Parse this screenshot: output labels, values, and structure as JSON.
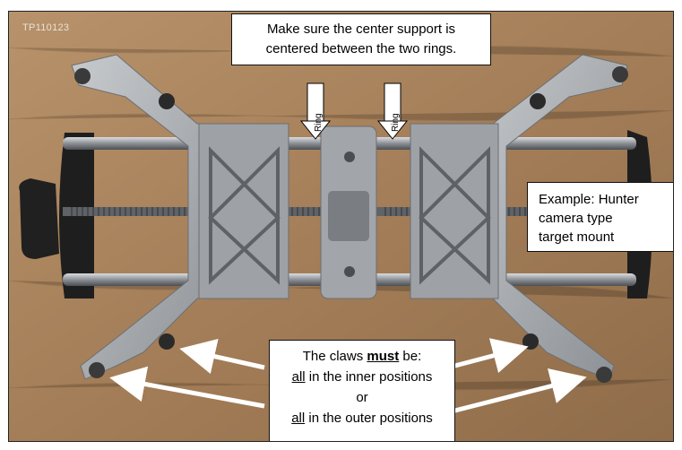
{
  "image_id": "TP110123",
  "callouts": {
    "center": {
      "line1": "Make sure the center support is",
      "line2": "centered between the two rings."
    },
    "example": {
      "line1": "Example: Hunter",
      "line2": "camera type",
      "line3": "target mount"
    },
    "claws": {
      "line1_pre": "The claws ",
      "line1_em": "must",
      "line1_post": " be:",
      "line2_em": "all",
      "line2_post": " in the inner positions",
      "line3": "or",
      "line4_em": "all",
      "line4_post": " in the outer positions"
    }
  },
  "ring_label": "Ring",
  "colors": {
    "table": "#a9855f",
    "metal": "#9a9ea2",
    "rod": "#8e9297",
    "callout_bg": "#ffffff",
    "arrow": "#ffffff"
  }
}
